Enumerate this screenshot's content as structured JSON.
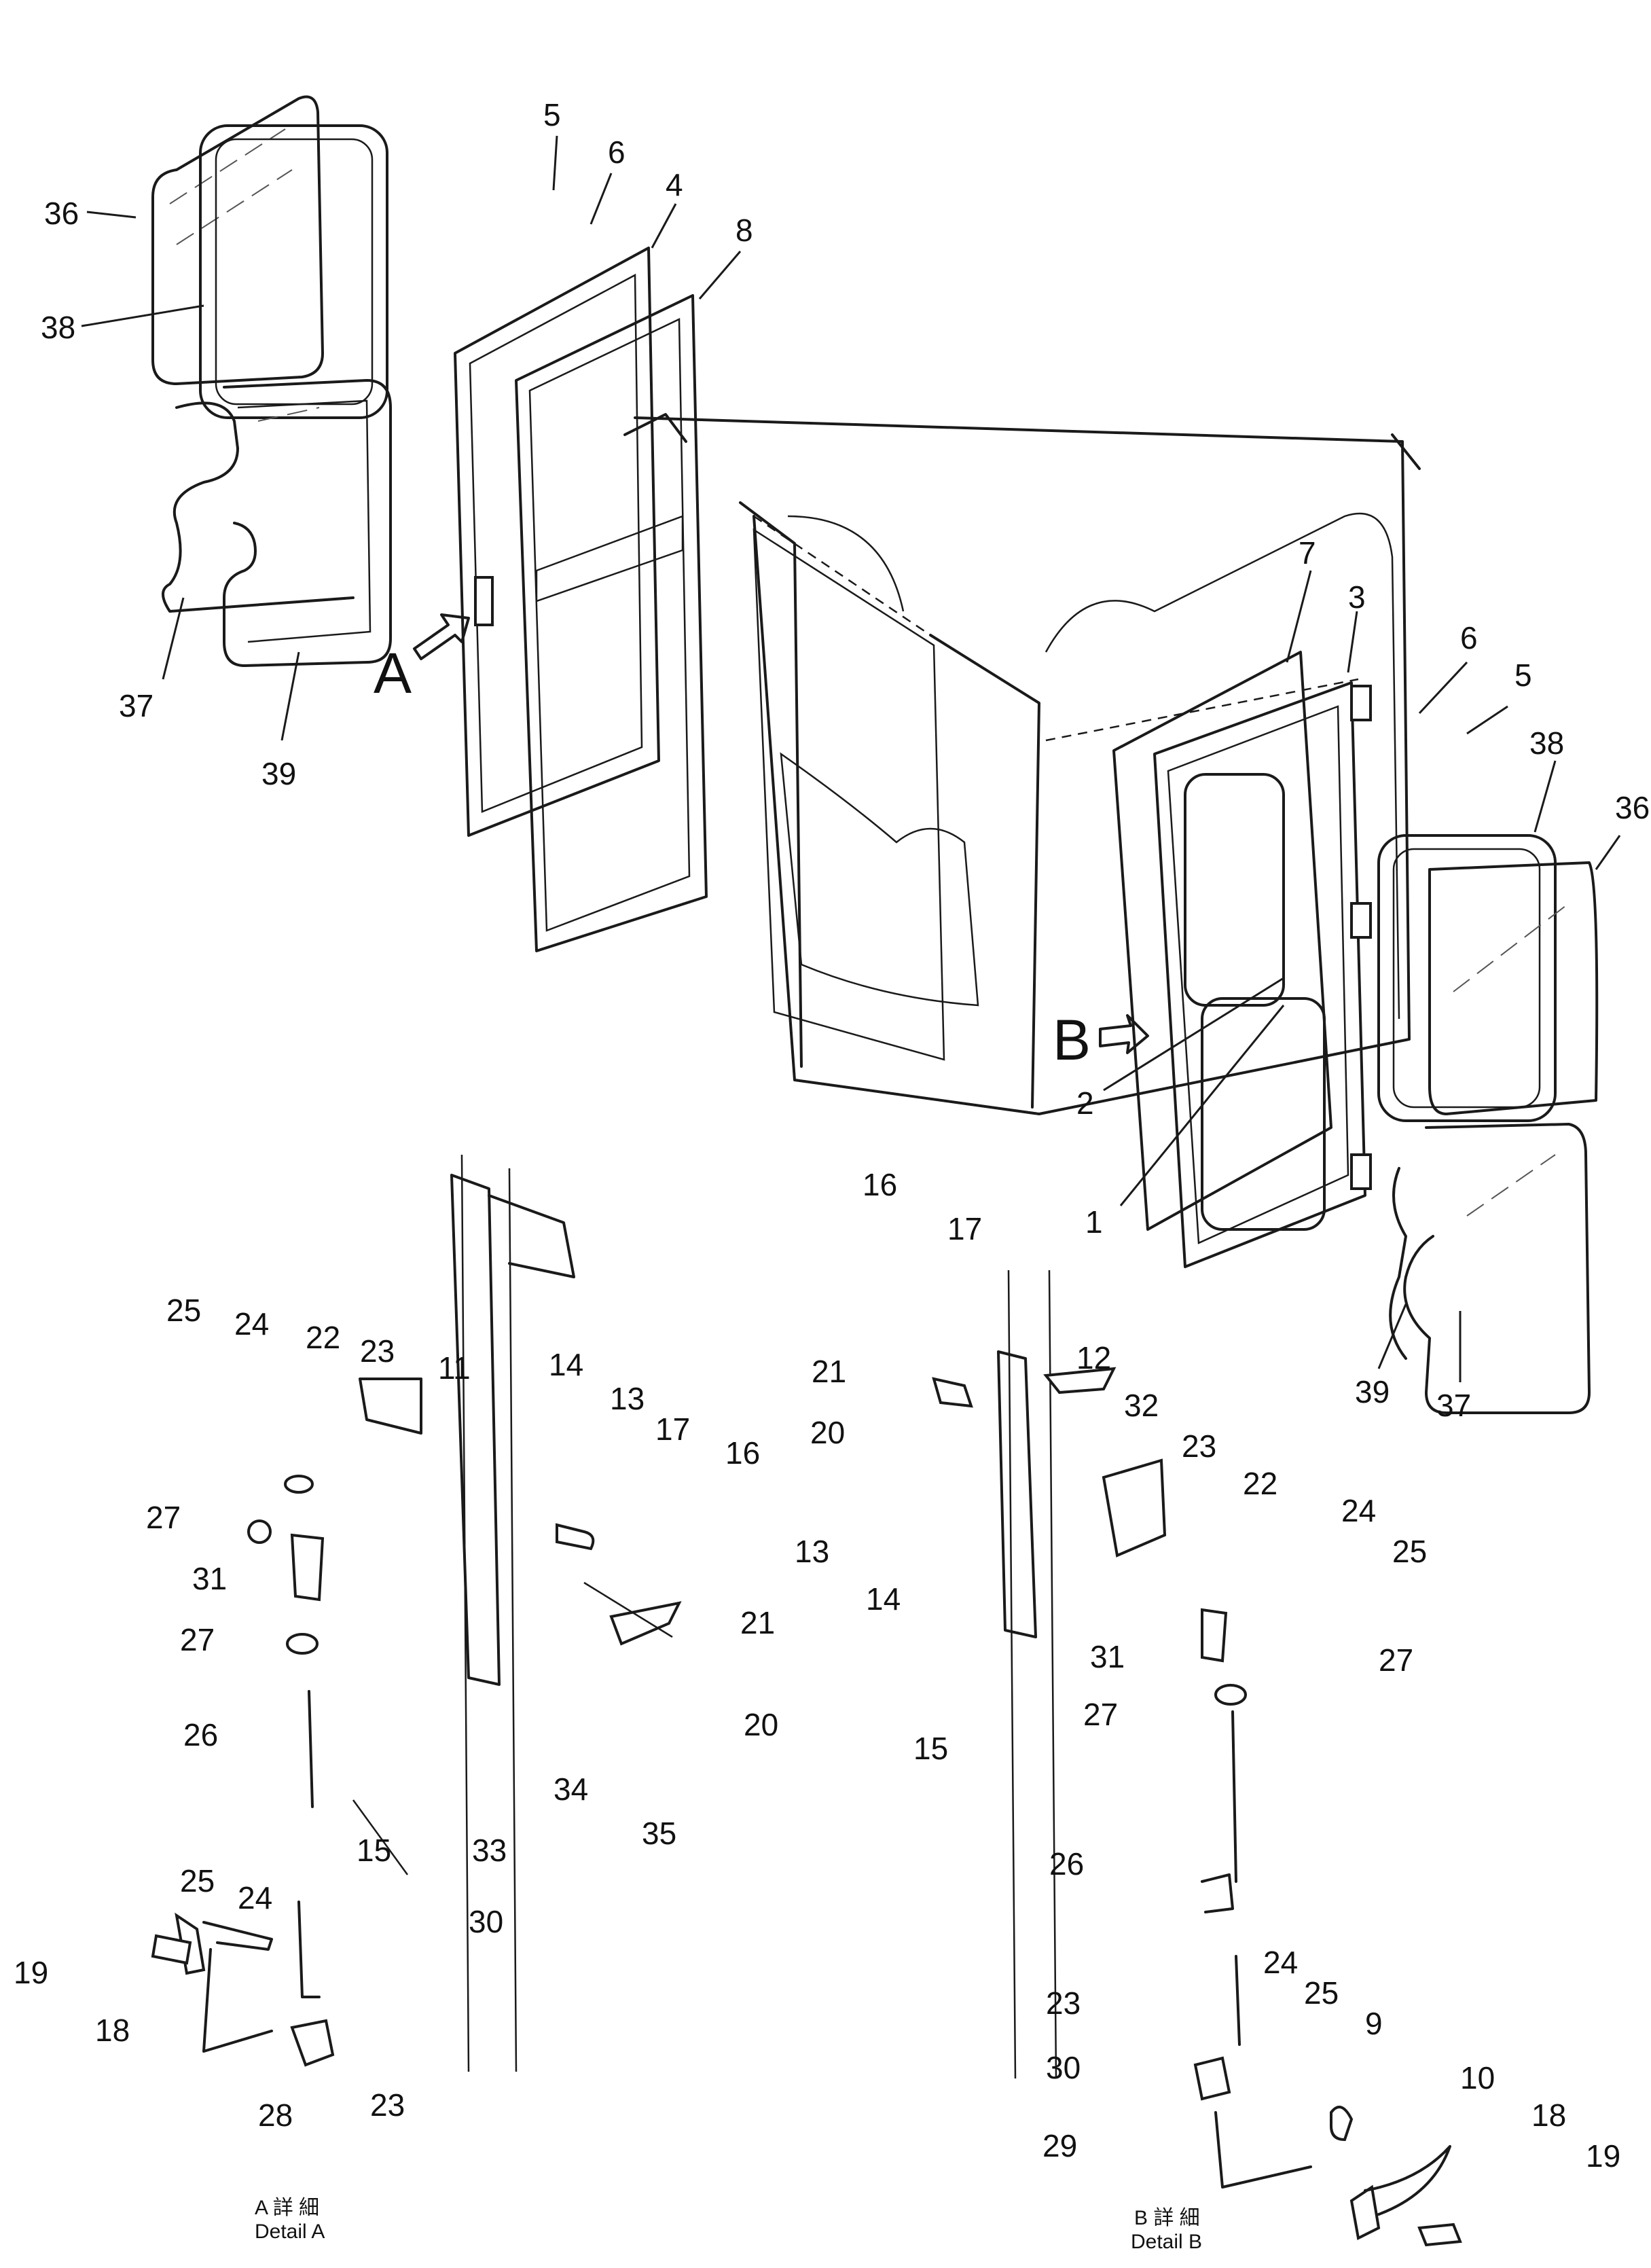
{
  "views": {
    "a": {
      "letter": "A"
    },
    "b": {
      "letter": "B"
    }
  },
  "captions": {
    "a": {
      "line1": "A 詳 細",
      "line2": "Detail  A"
    },
    "b": {
      "line1": "B 詳 細",
      "line2": "Detail  B"
    }
  },
  "callouts": {
    "top_left": [
      "36",
      "38",
      "37",
      "39",
      "5",
      "6",
      "4",
      "8"
    ],
    "top_right": [
      "7",
      "3",
      "6",
      "5",
      "38",
      "36",
      "2",
      "1"
    ],
    "detail_a": [
      "25",
      "24",
      "22",
      "23",
      "11",
      "14",
      "13",
      "17",
      "16",
      "27",
      "31",
      "27",
      "26",
      "21",
      "20",
      "15",
      "33",
      "34",
      "35",
      "25",
      "24",
      "30",
      "19",
      "18",
      "28",
      "23"
    ],
    "detail_b": [
      "16",
      "17",
      "21",
      "12",
      "32",
      "20",
      "13",
      "14",
      "23",
      "22",
      "24",
      "25",
      "39",
      "37",
      "31",
      "27",
      "27",
      "15",
      "26",
      "24",
      "25",
      "23",
      "9",
      "30",
      "10",
      "18",
      "29",
      "19"
    ]
  }
}
